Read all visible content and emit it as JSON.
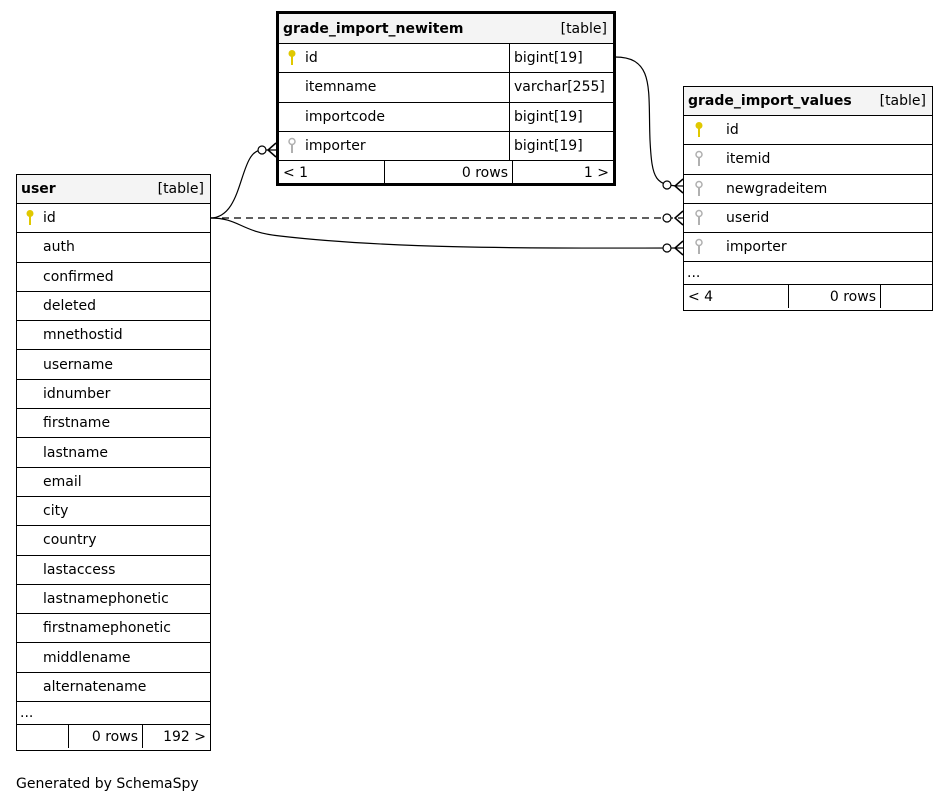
{
  "tables": {
    "newitem": {
      "name": "grade_import_newitem",
      "kind": "[table]",
      "columns": [
        {
          "name": "id",
          "type": "bigint[19]",
          "key": "primary"
        },
        {
          "name": "itemname",
          "type": "varchar[255]",
          "key": "none"
        },
        {
          "name": "importcode",
          "type": "bigint[19]",
          "key": "none"
        },
        {
          "name": "importer",
          "type": "bigint[19]",
          "key": "foreign"
        }
      ],
      "footer": {
        "left": "< 1",
        "rows": "0 rows",
        "right": "1 >"
      }
    },
    "values": {
      "name": "grade_import_values",
      "kind": "[table]",
      "columns": [
        {
          "name": "id",
          "key": "primary"
        },
        {
          "name": "itemid",
          "key": "foreign"
        },
        {
          "name": "newgradeitem",
          "key": "foreign"
        },
        {
          "name": "userid",
          "key": "foreign"
        },
        {
          "name": "importer",
          "key": "foreign"
        }
      ],
      "more": "...",
      "footer": {
        "left": "< 4",
        "rows": "0 rows",
        "right": ""
      }
    },
    "user": {
      "name": "user",
      "kind": "[table]",
      "columns": [
        {
          "name": "id",
          "key": "primary"
        },
        {
          "name": "auth",
          "key": "none"
        },
        {
          "name": "confirmed",
          "key": "none"
        },
        {
          "name": "deleted",
          "key": "none"
        },
        {
          "name": "mnethostid",
          "key": "none"
        },
        {
          "name": "username",
          "key": "none"
        },
        {
          "name": "idnumber",
          "key": "none"
        },
        {
          "name": "firstname",
          "key": "none"
        },
        {
          "name": "lastname",
          "key": "none"
        },
        {
          "name": "email",
          "key": "none"
        },
        {
          "name": "city",
          "key": "none"
        },
        {
          "name": "country",
          "key": "none"
        },
        {
          "name": "lastaccess",
          "key": "none"
        },
        {
          "name": "lastnamephonetic",
          "key": "none"
        },
        {
          "name": "firstnamephonetic",
          "key": "none"
        },
        {
          "name": "middlename",
          "key": "none"
        },
        {
          "name": "alternatename",
          "key": "none"
        }
      ],
      "more": "...",
      "footer": {
        "left": "",
        "rows": "0 rows",
        "right": "192 >"
      }
    }
  },
  "colors": {
    "primary_key": "#e0c800",
    "foreign_key": "#b0b0b0",
    "header_bg": "#f4f4f4"
  },
  "generated_by": "Generated by SchemaSpy"
}
